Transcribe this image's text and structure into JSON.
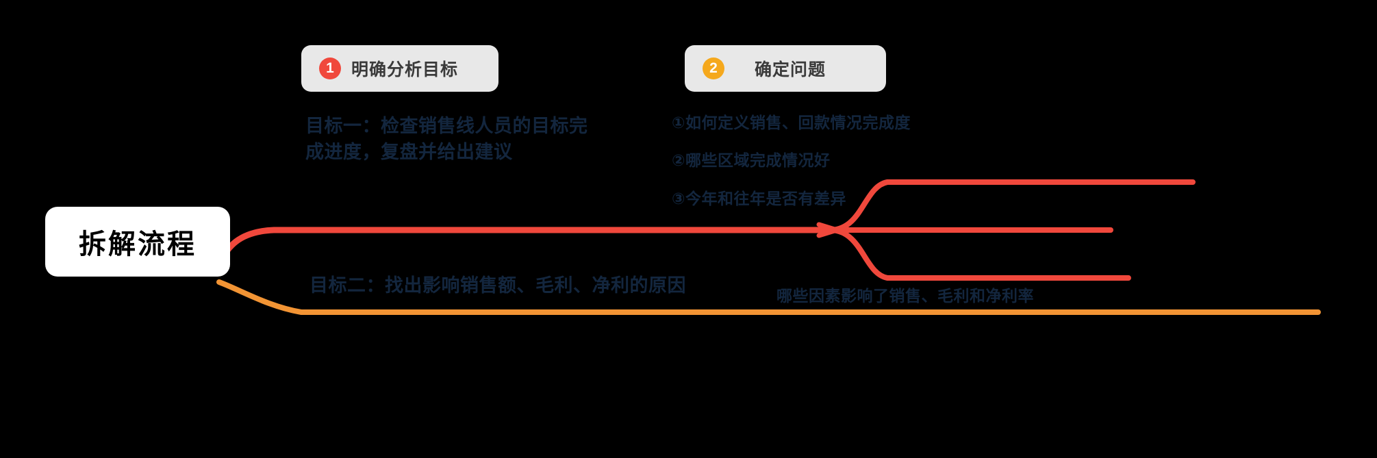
{
  "diagram": {
    "type": "mindmap",
    "background_color": "#000000",
    "root": {
      "label": "拆解流程"
    },
    "phases": [
      {
        "number": "❶",
        "badge_number": "1",
        "label": "明确分析目标",
        "badge_color": "#F0483C",
        "chip_color": "#E8E8E8"
      },
      {
        "number": "❷",
        "badge_number": "2",
        "label": "确定问题",
        "badge_color": "#F5A81C",
        "chip_color": "#E8E8E8"
      }
    ],
    "branches": [
      {
        "id": "branch-red",
        "color": "#F0483C",
        "goal_line_1": "目标一：检查销售线人员的目标完",
        "goal_line_2": "成进度，复盘并给出建议",
        "leaves": [
          {
            "label": "①如何定义销售、回款情况完成度"
          },
          {
            "label": "②哪些区域完成情况好"
          },
          {
            "label": "③今年和往年是否有差异"
          }
        ]
      },
      {
        "id": "branch-orange",
        "color": "#F29434",
        "goal_line_1": "目标二：找出影响销售额、毛利、净利的原因",
        "leaves": [
          {
            "label": "哪些因素影响了销售、毛利和净利率"
          }
        ]
      }
    ],
    "colors": {
      "red": "#F0483C",
      "orange": "#F29434",
      "text_navy": "#13263E",
      "chip_bg": "#E8E8E8",
      "chip_text": "#3A3A3A",
      "root_bg": "#FFFFFF",
      "root_text": "#000000"
    }
  }
}
